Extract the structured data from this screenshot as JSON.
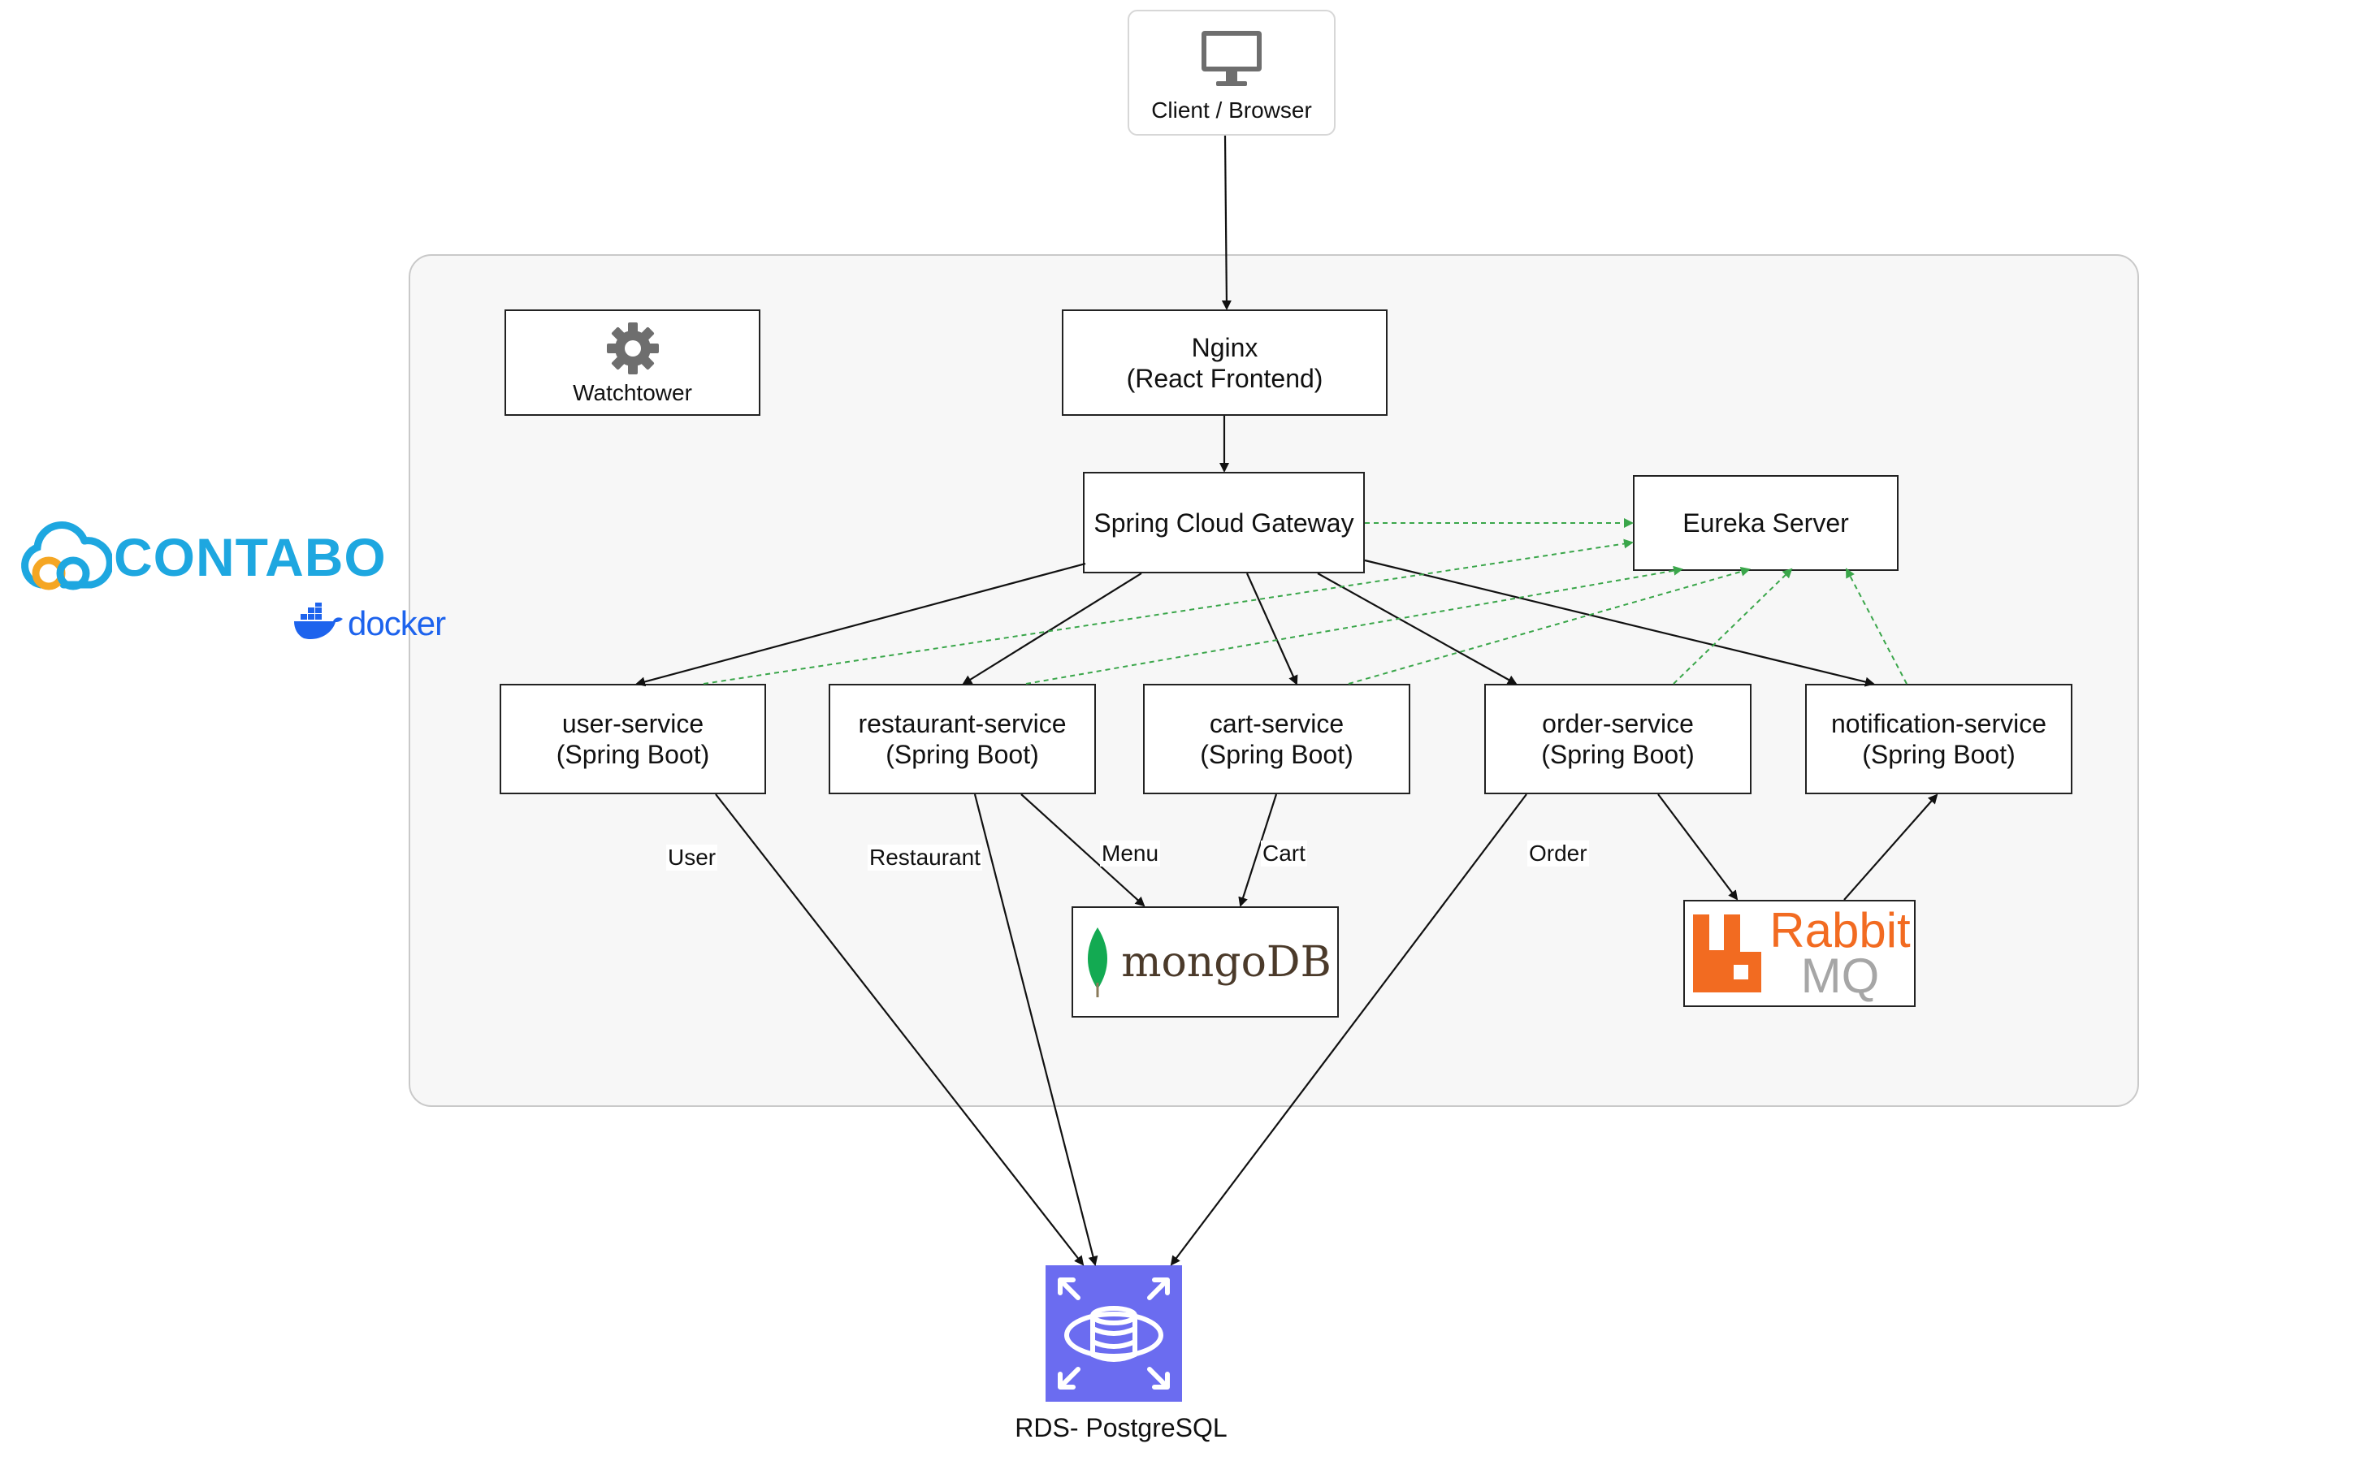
{
  "client": {
    "label": "Client / Browser",
    "icon": "monitor-icon"
  },
  "watchtower": {
    "label": "Watchtower",
    "icon": "gear-icon"
  },
  "nginx": {
    "line1": "Nginx",
    "line2": "(React Frontend)"
  },
  "gateway": {
    "label": "Spring Cloud Gateway"
  },
  "eureka": {
    "label": "Eureka Server"
  },
  "services": [
    {
      "line1": "user-service",
      "line2": "(Spring Boot)"
    },
    {
      "line1": "restaurant-service",
      "line2": "(Spring Boot)"
    },
    {
      "line1": "cart-service",
      "line2": "(Spring Boot)"
    },
    {
      "line1": "order-service",
      "line2": "(Spring Boot)"
    },
    {
      "line1": "notification-service",
      "line2": "(Spring Boot)"
    }
  ],
  "edge_labels": {
    "user": "User",
    "restaurant": "Restaurant",
    "menu": "Menu",
    "cart": "Cart",
    "order": "Order"
  },
  "mongodb": {
    "logo_text": "mongoDB"
  },
  "rabbitmq": {
    "logo_line1": "Rabbit",
    "logo_line2": "MQ"
  },
  "rds": {
    "label": "RDS- PostgreSQL",
    "icon": "database-icon"
  },
  "logos": {
    "contabo": "CONTABO",
    "docker": "docker"
  },
  "colors": {
    "arrow": "#111111",
    "registration_arrow": "#3aa64a",
    "cluster_bg": "#f7f7f7",
    "rds": "#6b6cf0",
    "rabbit": "#f26b21",
    "mongo_leaf": "#13aa52",
    "contabo": "#1ea7e0",
    "docker": "#1d63ed"
  }
}
